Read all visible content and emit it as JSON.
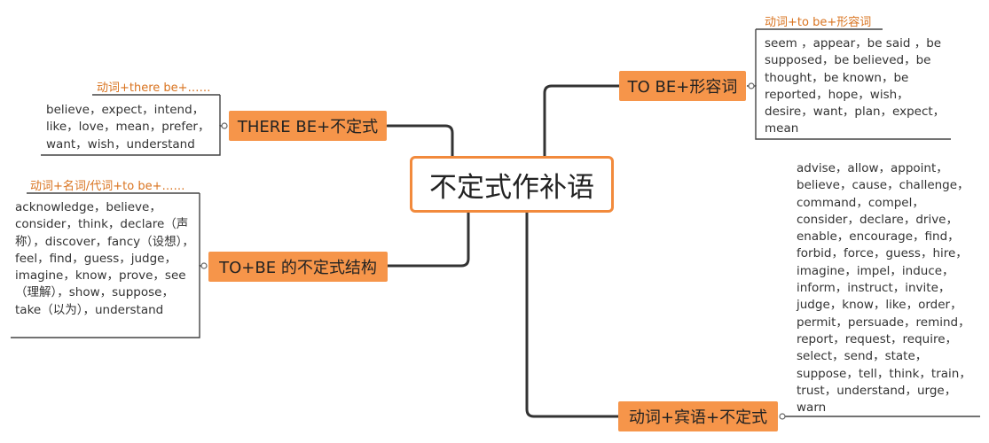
{
  "center": {
    "label": "不定式作补语"
  },
  "branches": [
    {
      "label": "THERE BE+不定式",
      "note": "动词+there be+……",
      "detail": "believe，expect，intend，like，love，mean，prefer，want，wish，understand"
    },
    {
      "label": "TO+BE 的不定式结构",
      "note": "动词+名词/代词+to be+……",
      "detail": "acknowledge，believe，consider，think，declare（声称），discover，fancy（设想），feel，find，guess，judge，imagine，know，prove，see（理解），show，suppose，take（以为），understand"
    },
    {
      "label": "TO BE+形容词",
      "note": "动词+to be+形容词",
      "detail": "seem ，appear，be said ，be supposed，be believed，be thought，be known，be reported，hope，wish，desire，want，plan，expect，mean"
    },
    {
      "label": "动词+宾语+不定式",
      "detail": "advise，allow，appoint，believe，cause，challenge，command，compel，consider，declare，drive，enable，encourage，find，forbid，force，guess，hire，imagine，impel，induce，inform，instruct，invite，judge，know，like，order，permit，persuade，remind，report，request，require，select，send，state，suppose，tell，think，train，trust，understand，urge，warn"
    }
  ],
  "colors": {
    "branch_fill": "#f6954a",
    "center_border": "#f28a3c",
    "note_text": "#d9731f",
    "line": "#333333"
  }
}
